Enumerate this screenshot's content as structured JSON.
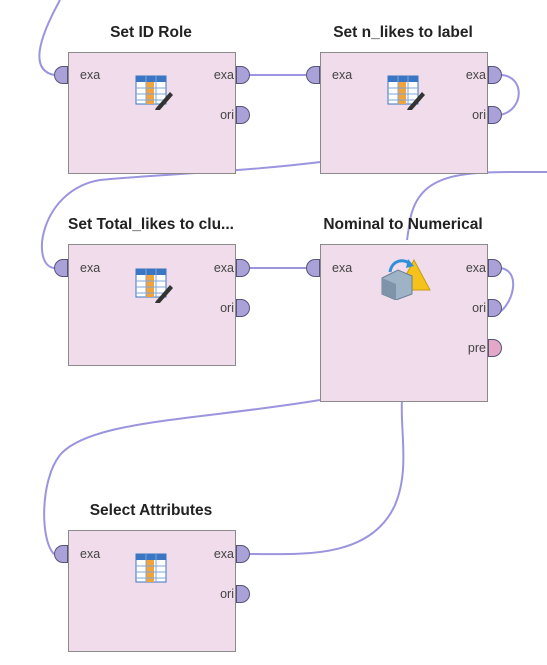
{
  "operators": [
    {
      "key": "set_id_role",
      "title": "Set ID Role",
      "icon": "table-edit-icon",
      "ports": {
        "in": "exa",
        "out1": "exa",
        "out2": "ori"
      }
    },
    {
      "key": "set_nlikes",
      "title": "Set n_likes to label",
      "icon": "table-edit-icon",
      "ports": {
        "in": "exa",
        "out1": "exa",
        "out2": "ori"
      }
    },
    {
      "key": "set_total",
      "title": "Set Total_likes to clu...",
      "icon": "table-edit-icon",
      "ports": {
        "in": "exa",
        "out1": "exa",
        "out2": "ori"
      }
    },
    {
      "key": "nom2num",
      "title": "Nominal to Numerical",
      "icon": "convert-shapes-icon",
      "ports": {
        "in": "exa",
        "out1": "exa",
        "out2": "ori",
        "out3": "pre"
      }
    },
    {
      "key": "select_attrs",
      "title": "Select Attributes",
      "icon": "table-icon",
      "ports": {
        "in": "exa",
        "out1": "exa",
        "out2": "ori"
      }
    }
  ],
  "colors": {
    "wire": "#9a95de",
    "box": "#f0dcea",
    "port": "#a9a1d8",
    "pre_port": "#e3a8c8"
  }
}
